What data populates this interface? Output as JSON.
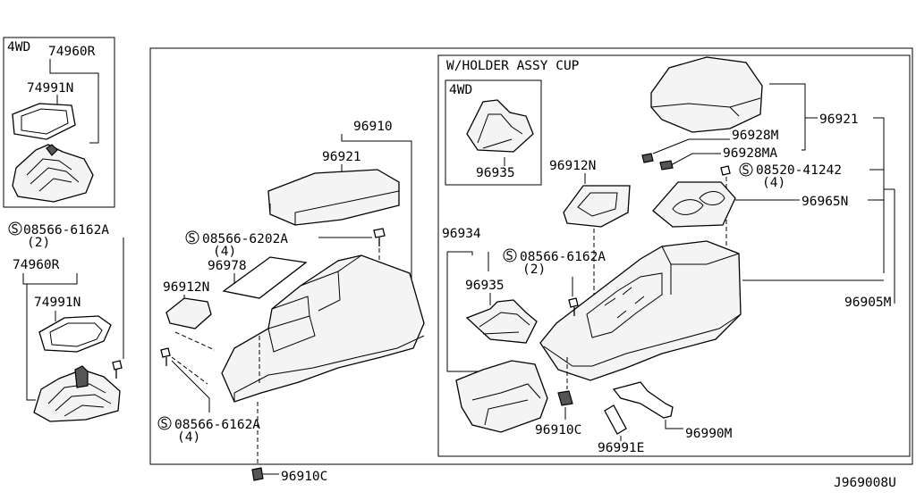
{
  "diagram": {
    "ref_code": "J969008U",
    "box_4wd_left": {
      "tag": "4WD",
      "part_a": "74960R",
      "part_b": "74991N"
    },
    "left_column": {
      "screw_spec": "08566-6162A",
      "screw_qty": "(2)",
      "part_a": "74960R",
      "part_b": "74991N"
    },
    "center": {
      "console_assy": "96910",
      "lid": "96921",
      "screw_a_spec": "08566-6202A",
      "screw_a_qty": "(4)",
      "mat": "96978",
      "cover": "96912N",
      "screw_b_spec": "08566-6162A",
      "screw_b_qty": "(4)",
      "clip_bottom": "96910C"
    },
    "holder_box": {
      "title": "W/HOLDER ASSY CUP",
      "inner_4wd_tag": "4WD",
      "inner_4wd_part": "96935",
      "lid": "96921",
      "hinge_a": "96928M",
      "hinge_b": "96928MA",
      "screw_spec": "08520-41242",
      "screw_qty": "(4)",
      "cover": "96912N",
      "cup_holder": "96965N",
      "console_assy": "96905M",
      "finisher": "96934",
      "boot": "96935",
      "screw_c_spec": "08566-6162A",
      "screw_c_qty": "(2)",
      "clip": "96910C",
      "pin": "96991E",
      "bracket": "96990M"
    },
    "symbol_letter": "S"
  }
}
